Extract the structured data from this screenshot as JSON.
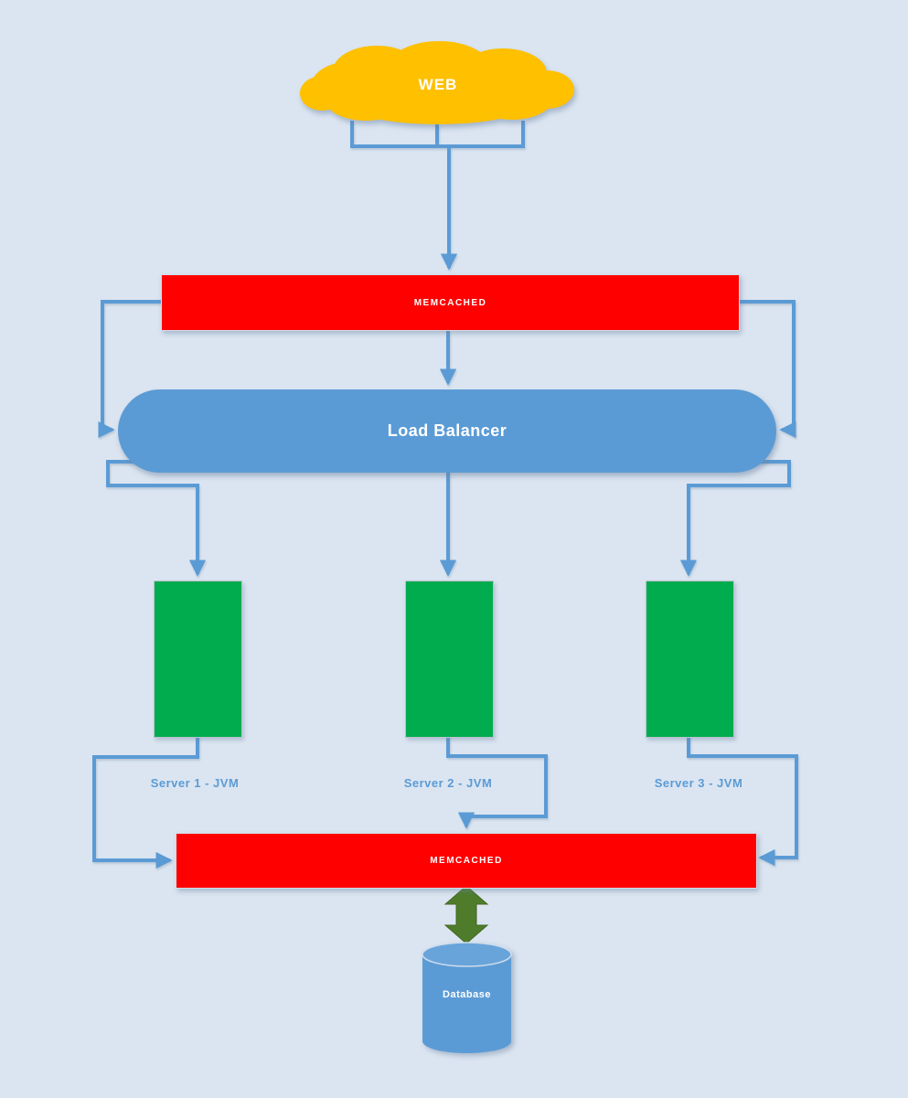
{
  "colors": {
    "bg": "#DBE5F1",
    "cloud": "#FFC000",
    "memcached": "#FF0000",
    "loadbalancer": "#5B9BD5",
    "server": "#00AC4E",
    "connector": "#5B9BD5",
    "label": "#5B9BD5",
    "db_arrow": "#4E7C2B",
    "database": "#5B9BD5",
    "shape_text": "#FFFFFF"
  },
  "diagram": {
    "nodes": {
      "web": {
        "label": "WEB",
        "type": "cloud"
      },
      "memcached_top": {
        "label": "MEMCACHED",
        "type": "rect"
      },
      "load_balancer": {
        "label": "Load Balancer",
        "type": "rounded-rect"
      },
      "server1": {
        "label": "Server 1 - JVM",
        "type": "rect"
      },
      "server2": {
        "label": "Server 2 - JVM",
        "type": "rect"
      },
      "server3": {
        "label": "Server 3 - JVM",
        "type": "rect"
      },
      "memcached_bottom": {
        "label": "MEMCACHED",
        "type": "rect"
      },
      "database": {
        "label": "Database",
        "type": "cylinder"
      }
    },
    "edges": [
      {
        "from": "web",
        "to": "memcached_top",
        "arrow": "single"
      },
      {
        "from": "memcached_top",
        "to": "load_balancer",
        "route": "left-loop",
        "arrow": "single"
      },
      {
        "from": "memcached_top",
        "to": "load_balancer",
        "route": "direct",
        "arrow": "single"
      },
      {
        "from": "memcached_top",
        "to": "load_balancer",
        "route": "right-loop",
        "arrow": "single"
      },
      {
        "from": "load_balancer",
        "to": "server1",
        "arrow": "single"
      },
      {
        "from": "load_balancer",
        "to": "server2",
        "arrow": "single"
      },
      {
        "from": "load_balancer",
        "to": "server3",
        "arrow": "single"
      },
      {
        "from": "server1",
        "to": "memcached_bottom",
        "arrow": "single"
      },
      {
        "from": "server2",
        "to": "memcached_bottom",
        "arrow": "single"
      },
      {
        "from": "server3",
        "to": "memcached_bottom",
        "arrow": "single"
      },
      {
        "from": "memcached_bottom",
        "to": "database",
        "arrow": "double"
      }
    ]
  }
}
